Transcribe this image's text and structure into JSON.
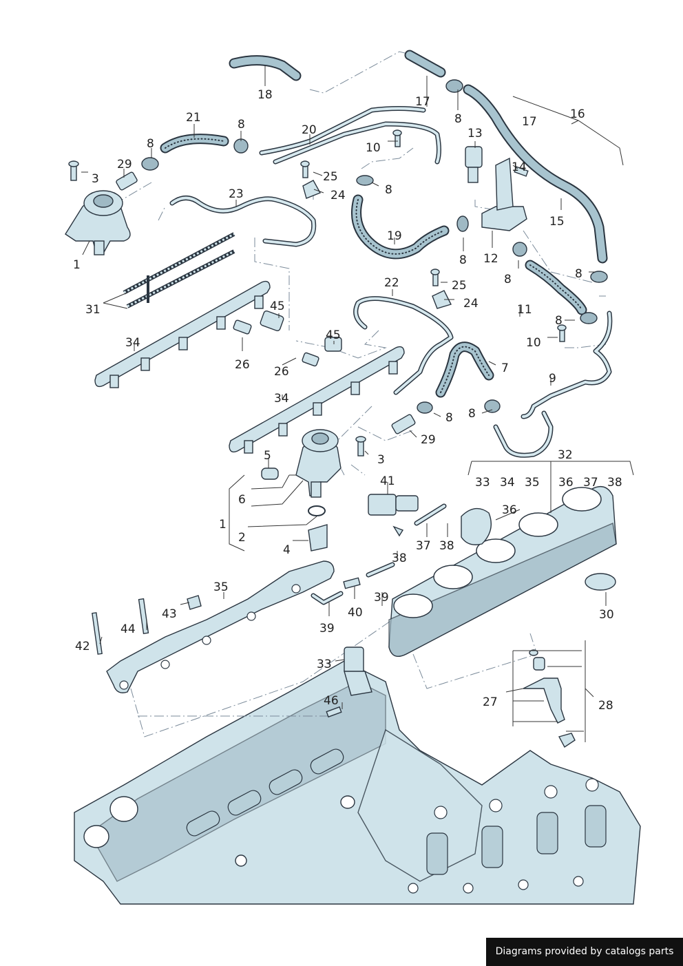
{
  "labels": {
    "l18": "18",
    "l17a": "17",
    "l8a": "8",
    "l16": "16",
    "l17b": "17",
    "l21": "21",
    "l8b": "8",
    "l20": "20",
    "l13": "13",
    "l8c": "8",
    "l10a": "10",
    "l29a": "29",
    "l3a": "3",
    "l25a": "25",
    "l14": "14",
    "l24a": "24",
    "l8d": "8",
    "l23": "23",
    "l15": "15",
    "l1a": "1",
    "l19": "19",
    "l12": "12",
    "l8e": "8",
    "l8f": "8",
    "l8g": "8",
    "l22": "22",
    "l25b": "25",
    "l24b": "24",
    "l11": "11",
    "l31": "31",
    "l45a": "45",
    "l8h": "8",
    "l10b": "10",
    "l34a": "34",
    "l26a": "26",
    "l45b": "45",
    "l7": "7",
    "l26b": "26",
    "l9": "9",
    "l34b": "34",
    "l8i": "8",
    "l8j": "8",
    "l29b": "29",
    "l5": "5",
    "l3b": "3",
    "l32": "32",
    "l33a": "33",
    "l34c": "34",
    "l35a": "35",
    "l36a": "36",
    "l37a": "37",
    "l38a": "38",
    "l6": "6",
    "l41": "41",
    "l36b": "36",
    "l1b": "1",
    "l2": "2",
    "l37b": "37",
    "l38b": "38",
    "l4": "4",
    "l38c": "38",
    "l35b": "35",
    "l40": "40",
    "l39a": "39",
    "l43": "43",
    "l39b": "39",
    "l30": "30",
    "l44": "44",
    "l42": "42",
    "l33b": "33",
    "l27": "27",
    "l28": "28",
    "l46": "46"
  },
  "credit": "Diagrams provided by catalogs parts"
}
